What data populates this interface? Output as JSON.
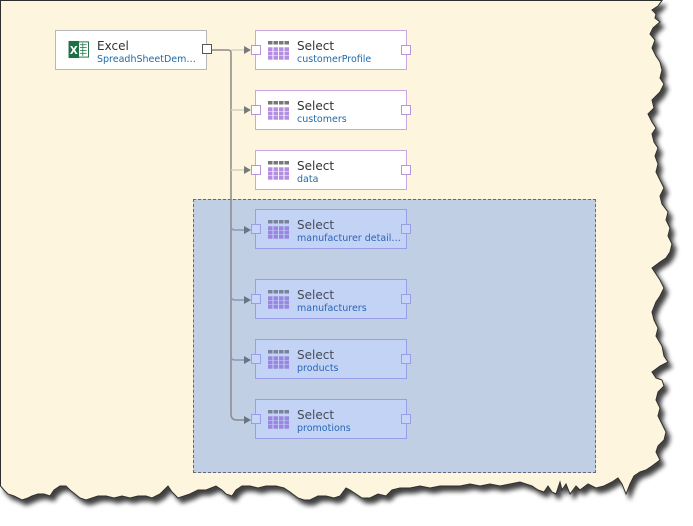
{
  "diagram": {
    "source_node": {
      "title": "Excel",
      "subtitle": "SpreadhSheetDemo...",
      "icon": "excel-icon"
    },
    "select_nodes": [
      {
        "title": "Select",
        "subtitle": "customerProfile",
        "selected": false,
        "icon": "table-grid-icon"
      },
      {
        "title": "Select",
        "subtitle": "customers",
        "selected": false,
        "icon": "table-grid-icon"
      },
      {
        "title": "Select",
        "subtitle": "data",
        "selected": false,
        "icon": "table-grid-icon"
      },
      {
        "title": "Select",
        "subtitle": "manufacturer details...",
        "selected": true,
        "icon": "table-grid-icon"
      },
      {
        "title": "Select",
        "subtitle": "manufacturers",
        "selected": true,
        "icon": "table-grid-icon"
      },
      {
        "title": "Select",
        "subtitle": "products",
        "selected": true,
        "icon": "table-grid-icon"
      },
      {
        "title": "Select",
        "subtitle": "promotions",
        "selected": true,
        "icon": "table-grid-icon"
      }
    ],
    "colors": {
      "canvas_background": "#fdf5de",
      "selection_fill": "#c0cfe4",
      "node_border": "#c9a7e3",
      "selected_node_fill": "#c2d3f5",
      "subtitle_text": "#1e6aa8",
      "excel_green": "#1e7145",
      "grid_purple": "#b48ee0",
      "grid_header": "#777777"
    }
  }
}
